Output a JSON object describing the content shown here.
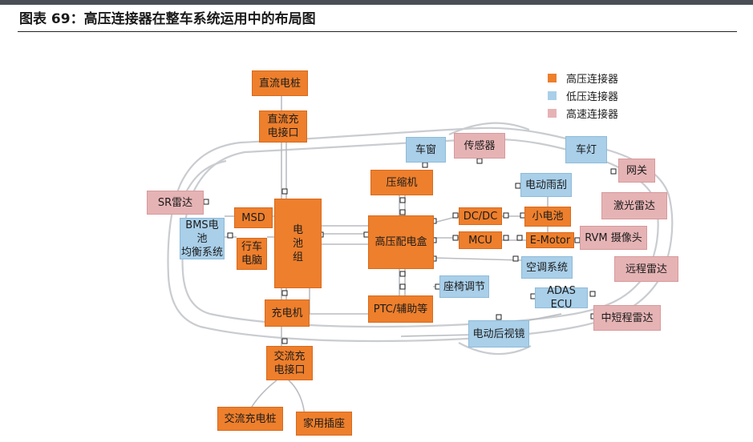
{
  "title": "图表 69：高压连接器在整车系统运用中的布局图",
  "legend": [
    {
      "label": "高压连接器",
      "color": "#ee7f2c"
    },
    {
      "label": "低压连接器",
      "color": "#a9cfe9"
    },
    {
      "label": "高速连接器",
      "color": "#e6b3b5"
    }
  ],
  "nodes": {
    "dc_pile": "直流电桩",
    "dc_port": "直流充\n电接口",
    "battery": "电\n池\n组",
    "msd": "MSD",
    "drive_pc": "行车\n电脑",
    "charger": "充电机",
    "ac_port": "交流充\n电接口",
    "ac_pile": "交流充电桩",
    "home_socket": "家用插座",
    "compressor": "压缩机",
    "hv_box": "高压配电盒",
    "ptc": "PTC/辅助等",
    "dcdc": "DC/DC",
    "mcu": "MCU",
    "small_batt": "小电池",
    "emotor": "E-Motor",
    "window": "车窗",
    "sensor": "传感器",
    "light": "车灯",
    "gateway": "网关",
    "sr_radar": "SR雷达",
    "bms": "BMS电池\n均衡系统",
    "wiper": "电动雨刮",
    "lidar": "激光雷达",
    "rvm": "RVM 摄像头",
    "ac_sys": "空调系统",
    "lr_radar": "远程雷达",
    "seat": "座椅调节",
    "adas": "ADAS ECU",
    "mirror": "电动后视镜",
    "mr_radar": "中短程雷达"
  },
  "colors": {
    "car_outline": "#c9ccd0",
    "wire": "#b9bcc1",
    "connector": "#222222"
  }
}
